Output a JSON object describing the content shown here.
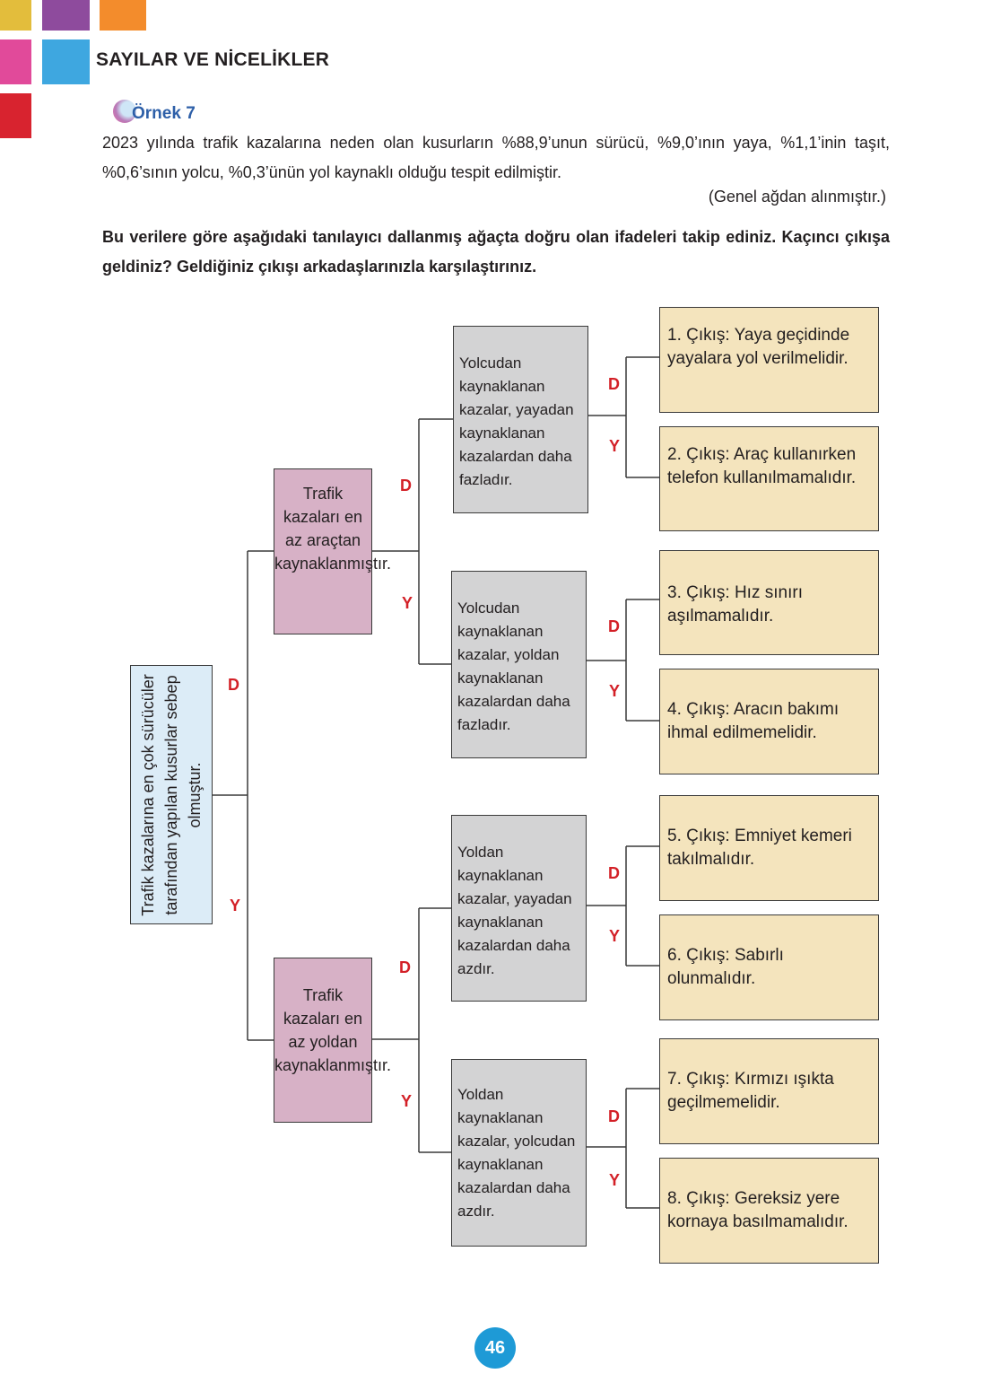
{
  "corner_colors": [
    "#e3bd3c",
    "#8e4b9d",
    "#f38c2c",
    "#e14a9a",
    "#3ea7e0",
    "#d8232f"
  ],
  "heading": "SAYILAR VE NİCELİKLER",
  "example": {
    "title": "Örnek 7",
    "text": "2023 yılında trafik kazalarına neden olan kusurların %88,9’unun sürücü, %9,0’ının yaya, %1,1’inin taşıt, %0,6’sının yolcu, %0,3’ünün yol kaynaklı olduğu tespit edilmiştir.",
    "source": "(Genel ağdan alınmıştır.)",
    "instruction": "Bu verilere göre aşağıdaki tanılayıcı dallanmış ağaçta doğru olan ifadeleri takip ediniz. Kaçıncı çıkışa geldiniz? Geldiğiniz çıkışı arkadaşlarınızla karşılaştırınız."
  },
  "tree": {
    "root": "Trafik kazalarına en çok sürücüler tarafından yapılan kusurlar sebep olmuştur.",
    "true_label": "D",
    "false_label": "Y",
    "level2": [
      "Trafik kazaları en az araçtan kaynaklanmıştır.",
      "Trafik kazaları en az yoldan kaynaklanmıştır."
    ],
    "level3": [
      "Yolcudan kaynaklanan kazalar, yayadan kaynaklanan kazalardan daha fazladır.",
      "Yolcudan kaynaklanan kazalar, yoldan kaynaklanan kazalardan daha fazladır.",
      "Yoldan kaynaklanan kazalar, yayadan kaynaklanan kazalardan daha azdır.",
      "Yoldan kaynaklanan kazalar, yolcudan kaynaklanan kazalardan daha azdır."
    ],
    "exits": [
      "1. Çıkış: Yaya geçidinde yayalara yol verilmelidir.",
      "2. Çıkış: Araç kullanırken telefon kullanılmamalıdır.",
      "3. Çıkış: Hız sınırı aşılmamalıdır.",
      "4. Çıkış: Aracın bakımı ihmal edilmemelidir.",
      "5. Çıkış: Emniyet kemeri takılmalıdır.",
      "6. Çıkış: Sabırlı olunmalıdır.",
      "7. Çıkış: Kırmızı ışıkta geçilmemelidir.",
      "8. Çıkış: Gereksiz yere kornaya basılmamalıdır."
    ]
  },
  "page_number": "46"
}
